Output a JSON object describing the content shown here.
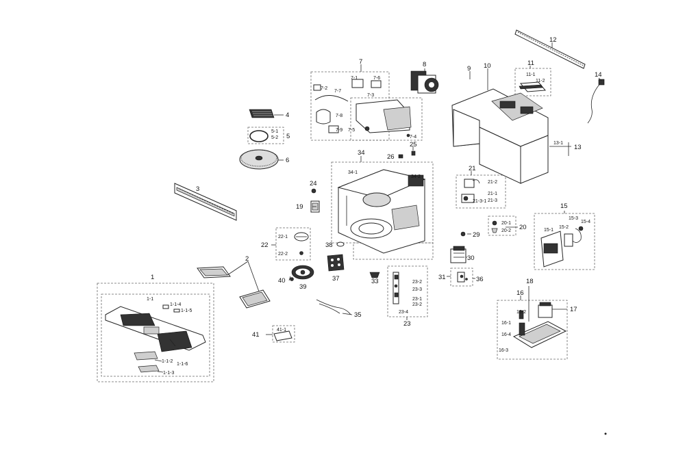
{
  "labels": {
    "l1": "1",
    "l1_1": "1-1",
    "l1_1_2": "1-1-2",
    "l1_1_3": "1-1-3",
    "l1_1_4": "1-1-4",
    "l1_1_5": "1-1-5",
    "l1_1_6": "1-1-6",
    "l2": "2",
    "l3": "3",
    "l4": "4",
    "l5": "5",
    "l5_1": "5-1",
    "l5_2": "5-2",
    "l6": "6",
    "l7": "7",
    "l7_1": "7-1",
    "l7_2": "7-2",
    "l7_3": "7-3",
    "l7_4": "7-4",
    "l7_5": "7-5",
    "l7_6": "7-6",
    "l7_7": "7-7",
    "l7_8": "7-8",
    "l7_9": "7-9",
    "l8": "8",
    "l9": "9",
    "l10": "10",
    "l11": "11",
    "l11_1": "11-1",
    "l11_2": "11-2",
    "l12": "12",
    "l13": "13",
    "l13_1": "13-1",
    "l14": "14",
    "l15": "15",
    "l15_1": "15-1",
    "l15_2": "15-2",
    "l15_3": "15-3",
    "l15_4": "15-4",
    "l16": "16",
    "l16_1": "16-1",
    "l16_2": "16-2",
    "l16_3": "16-3",
    "l16_4": "16-4",
    "l17": "17",
    "l18": "18",
    "l19": "19",
    "l20": "20",
    "l20_1": "20-1",
    "l20_2": "20-2",
    "l21": "21",
    "l21_1": "21-1",
    "l21_2": "21-2",
    "l21_3": "21-3",
    "l21_3_1": "21-3-1",
    "l22": "22",
    "l22_1": "22-1",
    "l22_2": "22-2",
    "l23": "23",
    "l23_1": "23-1",
    "l23_2a": "23-2",
    "l23_2b": "23-2",
    "l23_3": "23-3",
    "l23_4": "23-4",
    "l24": "24",
    "l25": "25",
    "l26": "26",
    "l29": "29",
    "l30": "30",
    "l31": "31",
    "l33": "33",
    "l34": "34",
    "l34_1": "34-1",
    "l34_2": "34-2",
    "l35": "35",
    "l36": "36",
    "l37": "37",
    "l38": "38",
    "l39": "39",
    "l40": "40",
    "l41": "41",
    "l41_1": "41-1"
  }
}
